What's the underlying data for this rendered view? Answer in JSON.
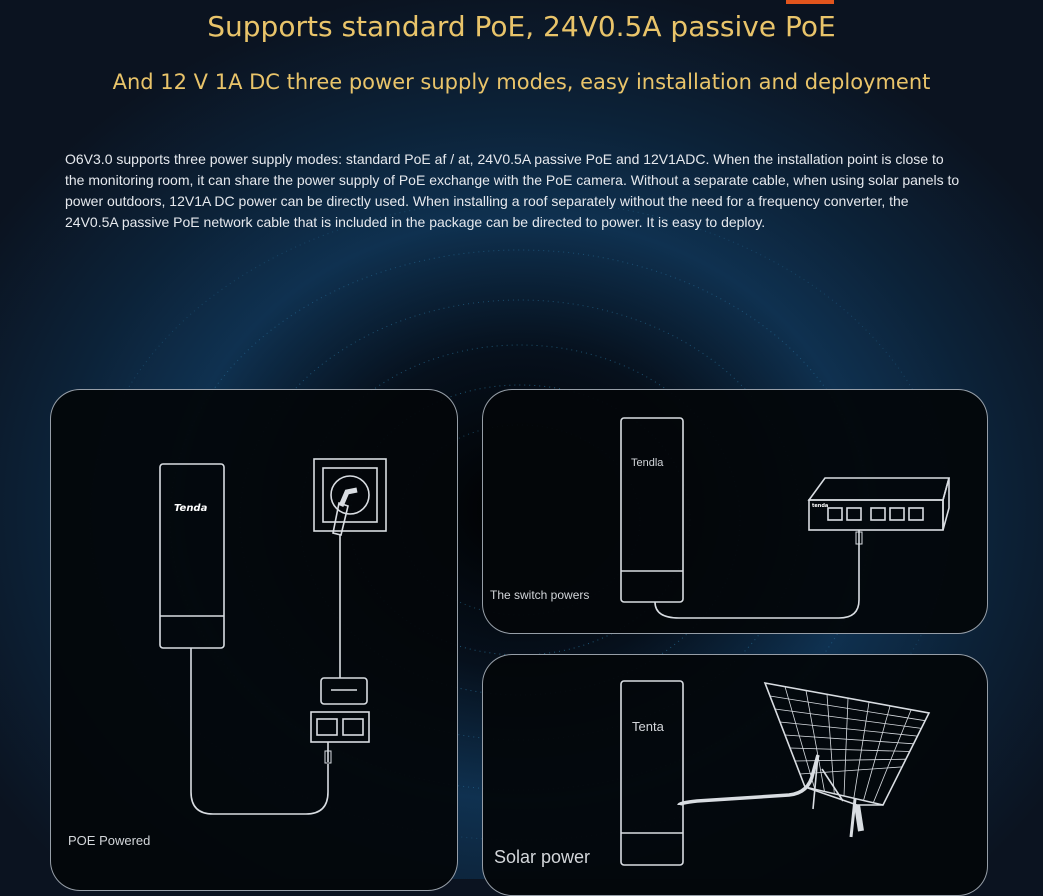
{
  "heading": "Supports standard PoE, 24V0.5A passive PoE",
  "subheading": "And 12 V 1A DC three power supply modes, easy installation and deployment",
  "description": "O6V3.0 supports three power supply modes: standard PoE af / at, 24V0.5A passive PoE and 12V1ADC. When the installation point is close to the monitoring room, it can share the power supply of PoE exchange with the PoE camera. Without a separate cable, when using solar panels to power outdoors, 12V1A DC power can be directly used. When installing a roof separately without the need for a frequency converter, the 24V0.5A passive PoE network cable that is included in the package can be directed to power. It is easy to deploy.",
  "panels": {
    "poe": {
      "caption": "POE Powered",
      "device_brand": "Tenda"
    },
    "switch": {
      "caption": "The switch powers",
      "device_brand": "Tendla",
      "switch_brand": "tenda"
    },
    "solar": {
      "caption": "Solar power",
      "device_brand": "Tenta"
    }
  },
  "colors": {
    "heading": "#e9c46a",
    "accent_tab": "#e2551d",
    "background": "#0b1320",
    "line_art": "#d9dde2"
  }
}
